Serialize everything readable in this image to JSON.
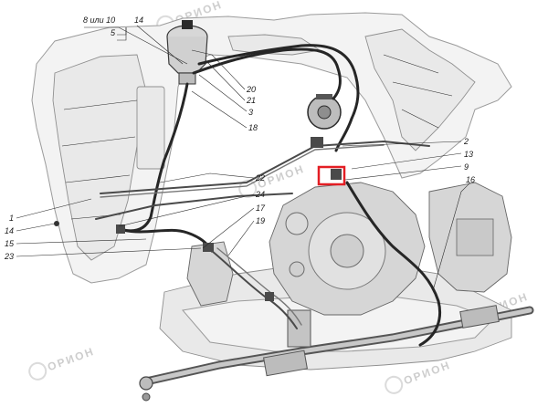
{
  "diagram": {
    "labels": [
      {
        "id": "l8",
        "text": "8 или 10"
      },
      {
        "id": "l5",
        "text": "5"
      },
      {
        "id": "l14a",
        "text": "14"
      },
      {
        "id": "l20",
        "text": "20"
      },
      {
        "id": "l21",
        "text": "21"
      },
      {
        "id": "l3",
        "text": "3"
      },
      {
        "id": "l18",
        "text": "18"
      },
      {
        "id": "l2",
        "text": "2"
      },
      {
        "id": "l13",
        "text": "13"
      },
      {
        "id": "l9",
        "text": "9"
      },
      {
        "id": "l16",
        "text": "16"
      },
      {
        "id": "l22",
        "text": "22"
      },
      {
        "id": "l24",
        "text": "24"
      },
      {
        "id": "l17",
        "text": "17"
      },
      {
        "id": "l19",
        "text": "19"
      },
      {
        "id": "l1",
        "text": "1"
      },
      {
        "id": "l14b",
        "text": "14"
      },
      {
        "id": "l15",
        "text": "15"
      },
      {
        "id": "l23",
        "text": "23"
      }
    ],
    "watermark_text": "ОРИОН",
    "highlight_color": "#e31e24"
  }
}
